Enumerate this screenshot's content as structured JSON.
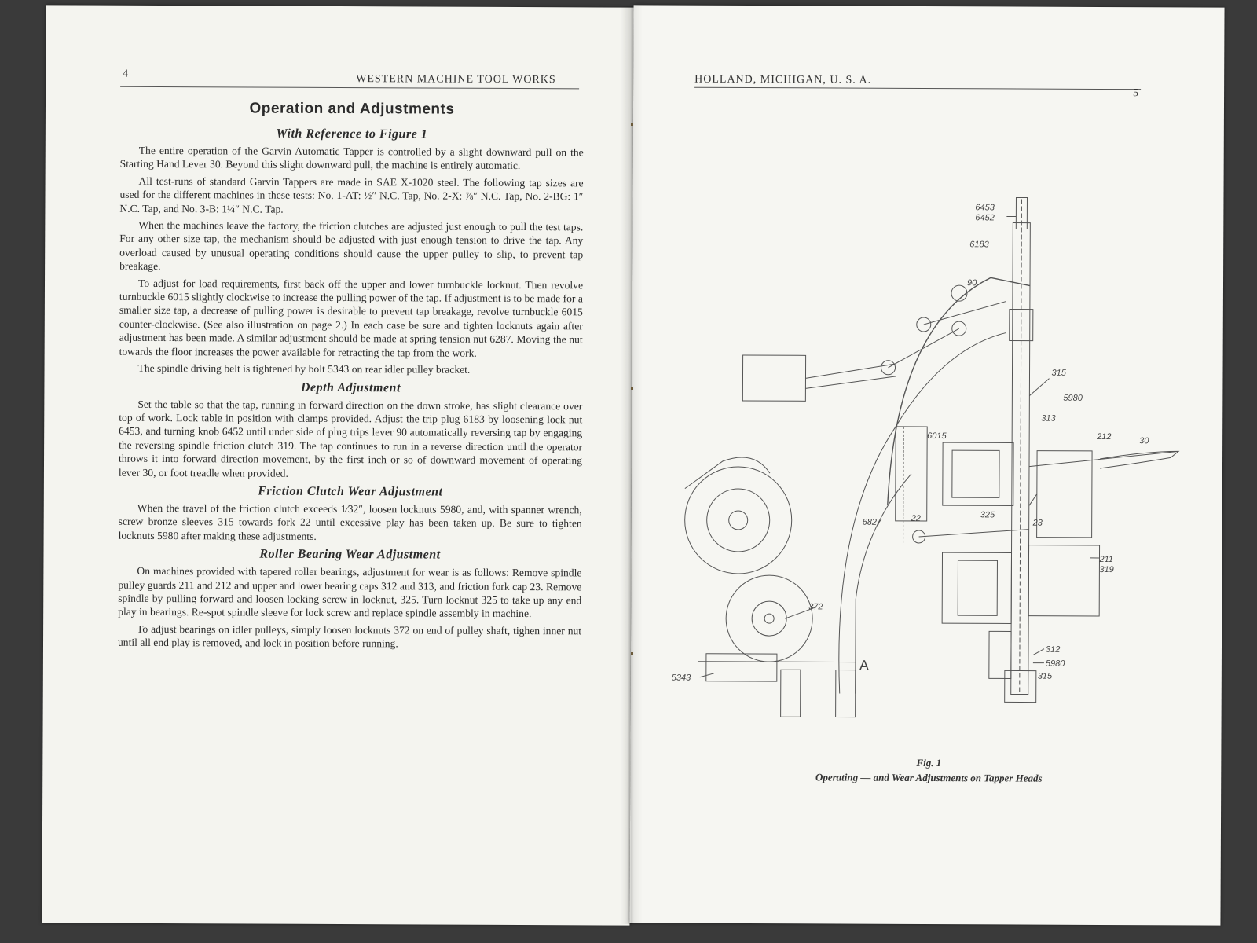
{
  "left_page": {
    "page_number": "4",
    "running_head": "WESTERN MACHINE TOOL WORKS",
    "title": "Operation and Adjustments",
    "subtitle": "With Reference to Figure 1",
    "paragraphs": [
      "The entire operation of the Garvin Automatic Tapper is controlled by a slight downward pull on the Starting Hand Lever 30. Beyond this slight downward pull, the machine is entirely automatic.",
      "All test-runs of standard Garvin Tappers are made in SAE X-1020 steel. The following tap sizes are used for the different machines in these tests: No. 1-AT: ½″ N.C. Tap, No. 2-X: ⅞″ N.C. Tap, No. 2-BG: 1″ N.C. Tap, and No. 3-B: 1¼″ N.C. Tap.",
      "When the machines leave the factory, the friction clutches are adjusted just enough to pull the test taps. For any other size tap, the mechanism should be adjusted with just enough tension to drive the tap. Any overload caused by unusual operating conditions should cause the upper pulley to slip, to prevent tap breakage.",
      "To adjust for load requirements, first back off the upper and lower turnbuckle locknut. Then revolve turnbuckle 6015 slightly clockwise to increase the pulling power of the tap. If adjustment is to be made for a smaller size tap, a decrease of pulling power is desirable to prevent tap breakage, revolve turnbuckle 6015 counter-clockwise. (See also illustration on page 2.) In each case be sure and tighten locknuts again after adjustment has been made. A similar adjustment should be made at spring tension nut 6287. Moving the nut towards the floor increases the power available for retracting the tap from the work.",
      "The spindle driving belt is tightened by bolt 5343 on rear idler pulley bracket."
    ],
    "depth_heading": "Depth Adjustment",
    "depth_paragraph": "Set the table so that the tap, running in forward direction on the down stroke, has slight clearance over top of work. Lock table in position with clamps provided. Adjust the trip plug 6183 by loosening lock nut 6453, and turning knob 6452 until under side of plug trips lever 90 automatically reversing tap by engaging the reversing spindle friction clutch 319. The tap continues to run in a reverse direction until the operator throws it into forward direction movement, by the first inch or so of downward movement of operating lever 30, or foot treadle when provided.",
    "friction_heading": "Friction Clutch Wear Adjustment",
    "friction_paragraph": "When the travel of the friction clutch exceeds 1⁄32″, loosen locknuts 5980, and, with spanner wrench, screw bronze sleeves 315 towards fork 22 until excessive play has been taken up. Be sure to tighten locknuts 5980 after making these adjustments.",
    "roller_heading": "Roller Bearing Wear Adjustment",
    "roller_paragraphs": [
      "On machines provided with tapered roller bearings, adjustment for wear is as follows: Remove spindle pulley guards 211 and 212 and upper and lower bearing caps 312 and 313, and friction fork cap 23. Remove spindle by pulling forward and loosen locking screw in locknut, 325. Turn locknut 325 to take up any end play in bearings. Re-spot spindle sleeve for lock screw and replace spindle assembly in machine.",
      "To adjust bearings on idler pulleys, simply loosen locknuts 372 on end of pulley shaft, tighen inner nut until all end play is removed, and lock in position before running."
    ]
  },
  "right_page": {
    "running_head": "HOLLAND, MICHIGAN, U. S. A.",
    "page_number": "5",
    "figure_label": "Fig. 1",
    "figure_caption": "Operating — and Wear Adjustments on Tapper Heads",
    "callouts": {
      "c6453": "6453",
      "c6452": "6452",
      "c6183": "6183",
      "c90": "90",
      "c315a": "315",
      "c5980a": "5980",
      "c313": "313",
      "c212": "212",
      "c30": "30",
      "c6015": "6015",
      "c6827": "6827",
      "c22": "22",
      "c325": "325",
      "c23": "23",
      "c211": "211",
      "c319": "319",
      "c372": "372",
      "c312": "312",
      "c5980b": "5980",
      "c315b": "315",
      "c5343": "5343",
      "cA": "A"
    }
  }
}
